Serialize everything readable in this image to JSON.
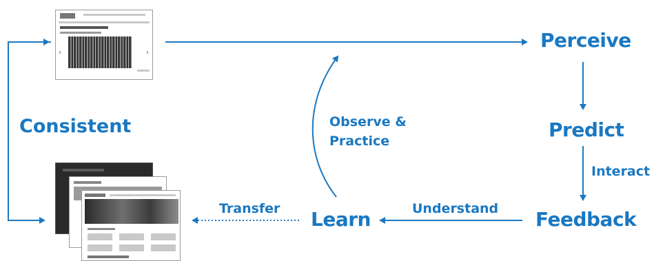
{
  "nodes": {
    "perceive": "Perceive",
    "predict": "Predict",
    "feedback": "Feedback",
    "learn": "Learn",
    "consistent": "Consistent"
  },
  "edges": {
    "interact": "Interact",
    "understand": "Understand",
    "transfer": "Transfer",
    "observe_line1": "Observe &",
    "observe_line2": "Practice"
  },
  "colors": {
    "accent": "#1a78c2"
  }
}
